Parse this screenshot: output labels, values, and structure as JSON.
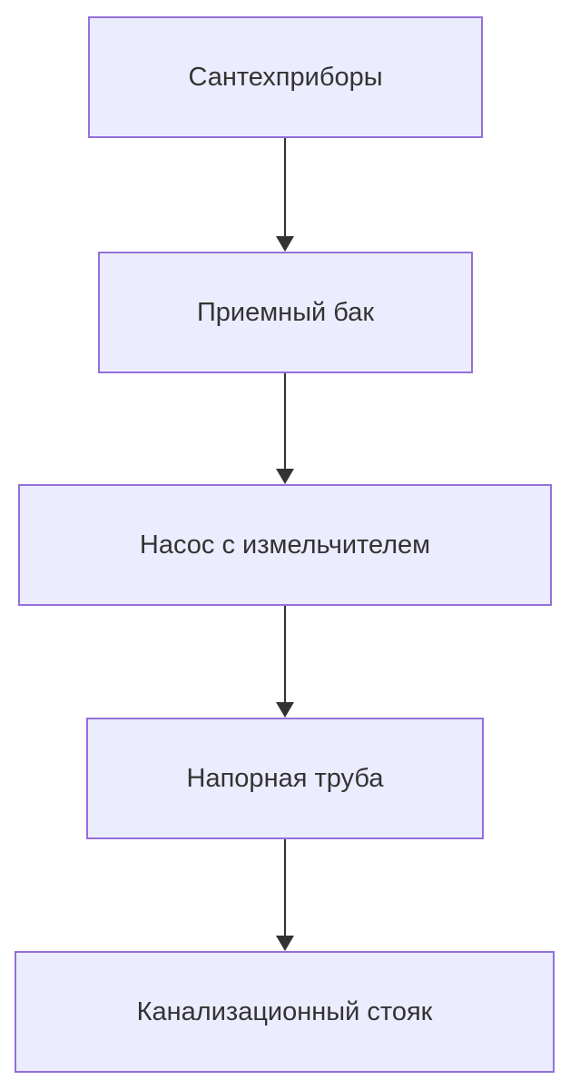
{
  "diagram": {
    "type": "flowchart",
    "direction": "top-down",
    "nodes": [
      {
        "label": "Сантехприборы"
      },
      {
        "label": "Приемный бак"
      },
      {
        "label": "Насос с измельчителем"
      },
      {
        "label": "Напорная труба"
      },
      {
        "label": "Канализационный стояк"
      }
    ],
    "edges": [
      {
        "from": "Сантехприборы",
        "to": "Приемный бак"
      },
      {
        "from": "Приемный бак",
        "to": "Насос с измельчителем"
      },
      {
        "from": "Насос с измельчителем",
        "to": "Напорная труба"
      },
      {
        "from": "Напорная труба",
        "to": "Канализационный стояк"
      }
    ],
    "colors": {
      "node_fill": "#ECECFF",
      "node_border": "#9370DB",
      "text": "#333333",
      "arrow": "#333333",
      "background": "#FFFFFF"
    }
  }
}
